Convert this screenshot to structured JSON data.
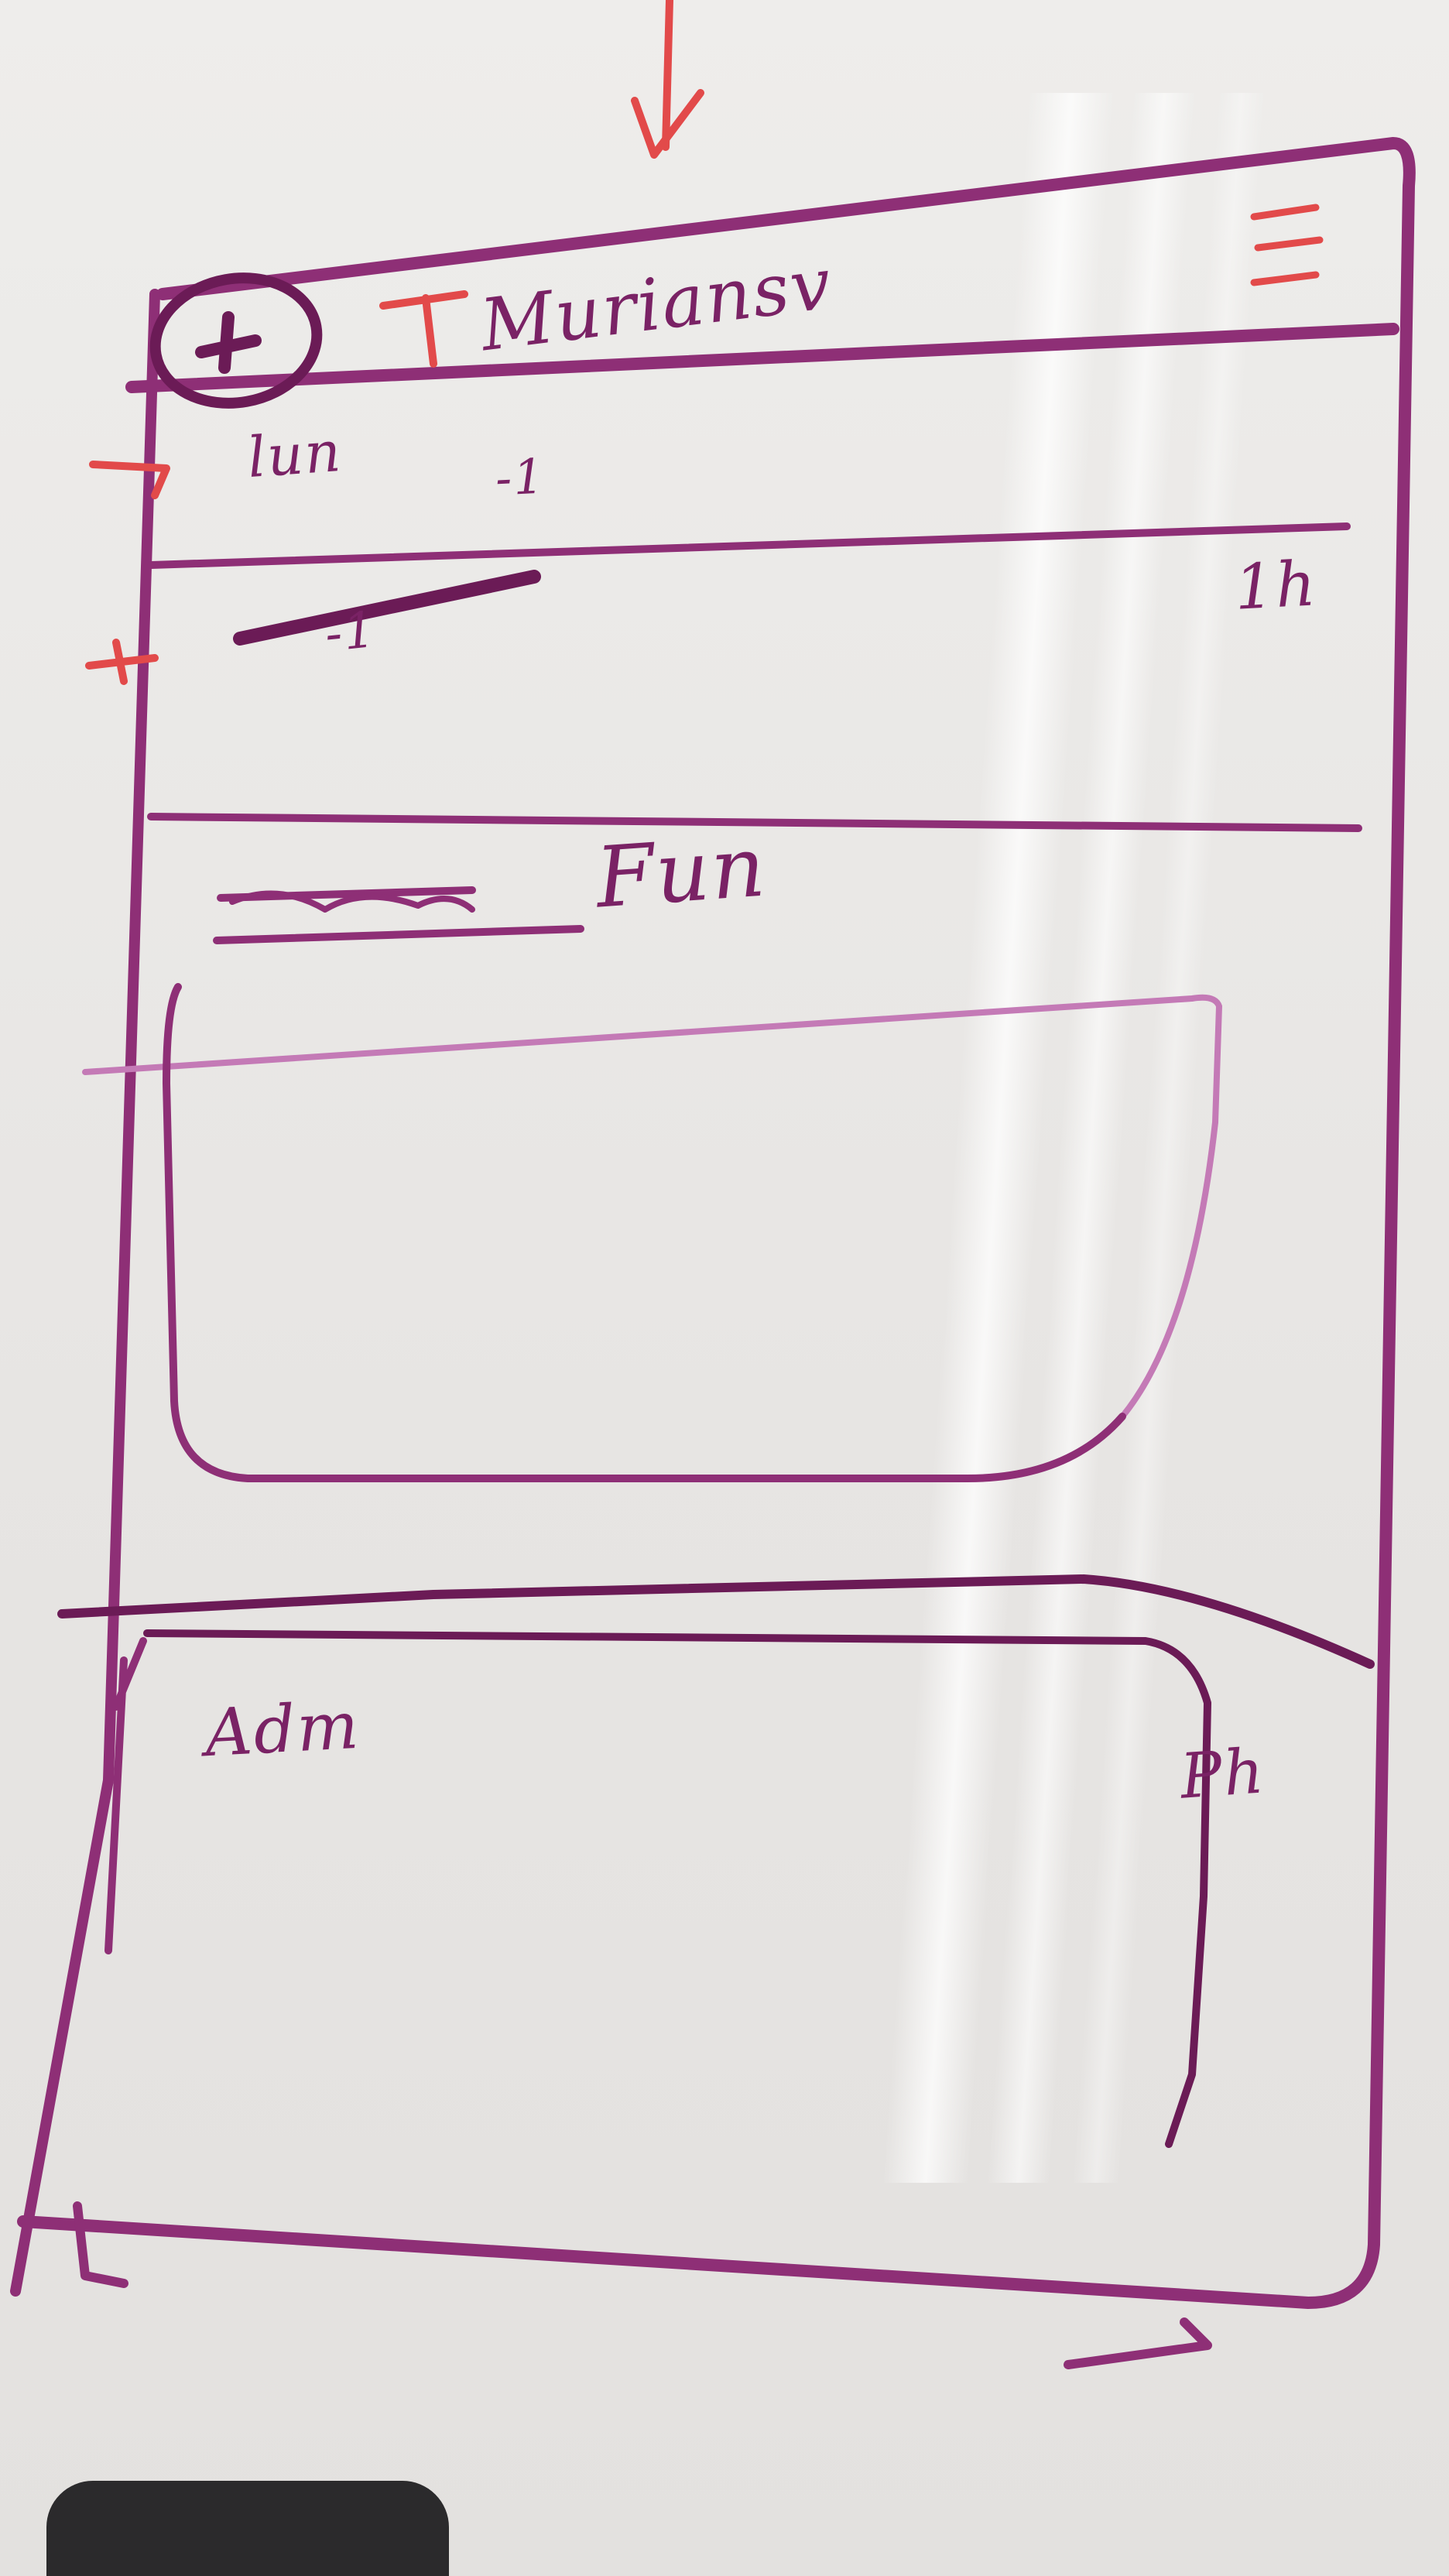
{
  "sketch": {
    "header": {
      "title": "Muriansv",
      "menu_icon": "hamburger-menu-icon",
      "add_icon": "plus-circle-icon"
    },
    "row1": {
      "label": "lun",
      "value": "-1"
    },
    "row2": {
      "value": "-1",
      "trailing": "1h"
    },
    "section": {
      "title": "Fun"
    },
    "footer": {
      "label": "Adm",
      "trailing": "Ph"
    }
  }
}
